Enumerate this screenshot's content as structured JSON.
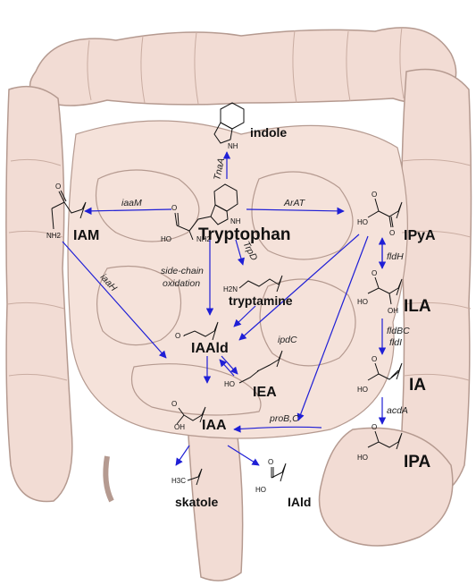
{
  "compounds": {
    "tryptophan": "Tryptophan",
    "indole": "indole",
    "iam": "IAM",
    "tryptamine": "tryptamine",
    "iaald": "IAAld",
    "iea": "IEA",
    "iaa": "IAA",
    "skatole": "skatole",
    "iald": "IAld",
    "ipya": "IPyA",
    "ila": "ILA",
    "ia": "IA",
    "ipa": "IPA"
  },
  "enzymes": {
    "tnaa": "TnaA",
    "iaam": "iaaM",
    "arat": "ArAT",
    "iaah": "iaaH",
    "trpd": "TrpD",
    "side_chain": "side-chain",
    "oxidation": "oxidation",
    "ipdc": "ipdC",
    "probc": "proB,C",
    "fldh": "fldH",
    "fldbc": "fldBC",
    "fldi": "fldI",
    "acda": "acdA"
  },
  "atoms": {
    "nh": "NH",
    "nh2": "NH2",
    "ho": "HO",
    "o": "O",
    "oh": "OH",
    "h2n": "H2N",
    "h3c": "H3C"
  },
  "colors": {
    "intestine_fill": "#f2dcd4",
    "intestine_stroke": "#b59a90",
    "arrow": "#1f1fd6"
  }
}
